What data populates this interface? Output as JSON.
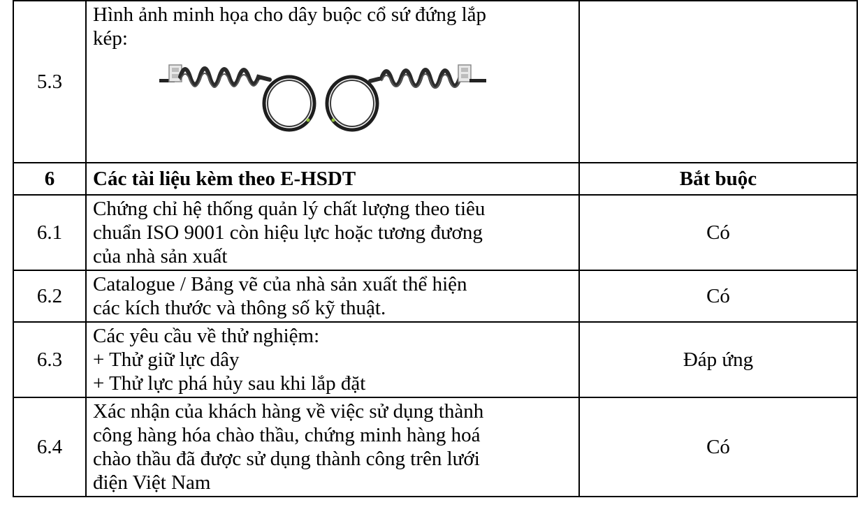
{
  "rows": {
    "r5_3": {
      "num": "5.3",
      "desc_lines": [
        "Hình ảnh minh họa cho dây buộc cổ sứ đứng lắp",
        "kép:"
      ],
      "req": "",
      "image": "preformed-double-tie-wire-illustration"
    },
    "r6": {
      "num": "6",
      "desc": "Các tài liệu kèm theo E-HSDT",
      "req": "Bắt buộc"
    },
    "r6_1": {
      "num": "6.1",
      "desc_lines": [
        "Chứng chỉ hệ thống quản lý chất lượng theo tiêu",
        "chuẩn ISO 9001 còn hiệu lực hoặc tương đương",
        "của nhà sản xuất"
      ],
      "req": "Có"
    },
    "r6_2": {
      "num": "6.2",
      "desc_lines": [
        "Catalogue / Bảng vẽ của nhà sản xuất thể hiện",
        "các kích thước và thông số kỹ thuật."
      ],
      "req": "Có"
    },
    "r6_3": {
      "num": "6.3",
      "desc_lines": [
        "Các yêu cầu về thử nghiệm:",
        "+ Thử giữ lực dây",
        "+ Thử lực phá hủy sau khi lắp đặt"
      ],
      "req": "Đáp ứng"
    },
    "r6_4": {
      "num": "6.4",
      "desc_lines": [
        "Xác nhận của khách hàng về việc sử dụng thành",
        "công hàng hóa chào thầu, chứng minh hàng hoá",
        "chào thầu đã được sử dụng thành công trên lưới",
        "điện Việt Nam"
      ],
      "req": "Có"
    }
  }
}
